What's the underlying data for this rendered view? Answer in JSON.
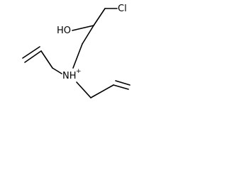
{
  "structure": {
    "atoms": {
      "chlorine": "Cl",
      "hydroxyl": "HO",
      "ammonium_nitrogen": "NH",
      "ammonium_charge": "+"
    }
  }
}
